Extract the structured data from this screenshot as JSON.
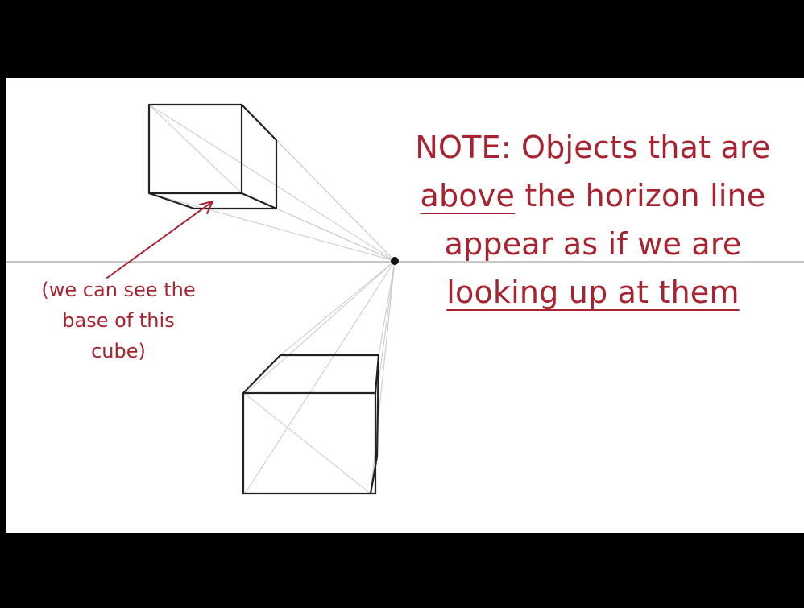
{
  "note": {
    "line1": "NOTE: Objects that are",
    "line2_underlined": "above",
    "line2_rest": " the horizon line",
    "line3": "appear as if we are",
    "line4": "looking up at them"
  },
  "caption": {
    "line1": "(we can see the",
    "line2": "base of this",
    "line3": "cube)"
  },
  "colors": {
    "annotation": "#a8232f",
    "lines": "#222222",
    "guides": "#bdbdbd",
    "horizon": "#c8c8c8",
    "bars": "#000000",
    "background": "#ffffff"
  }
}
